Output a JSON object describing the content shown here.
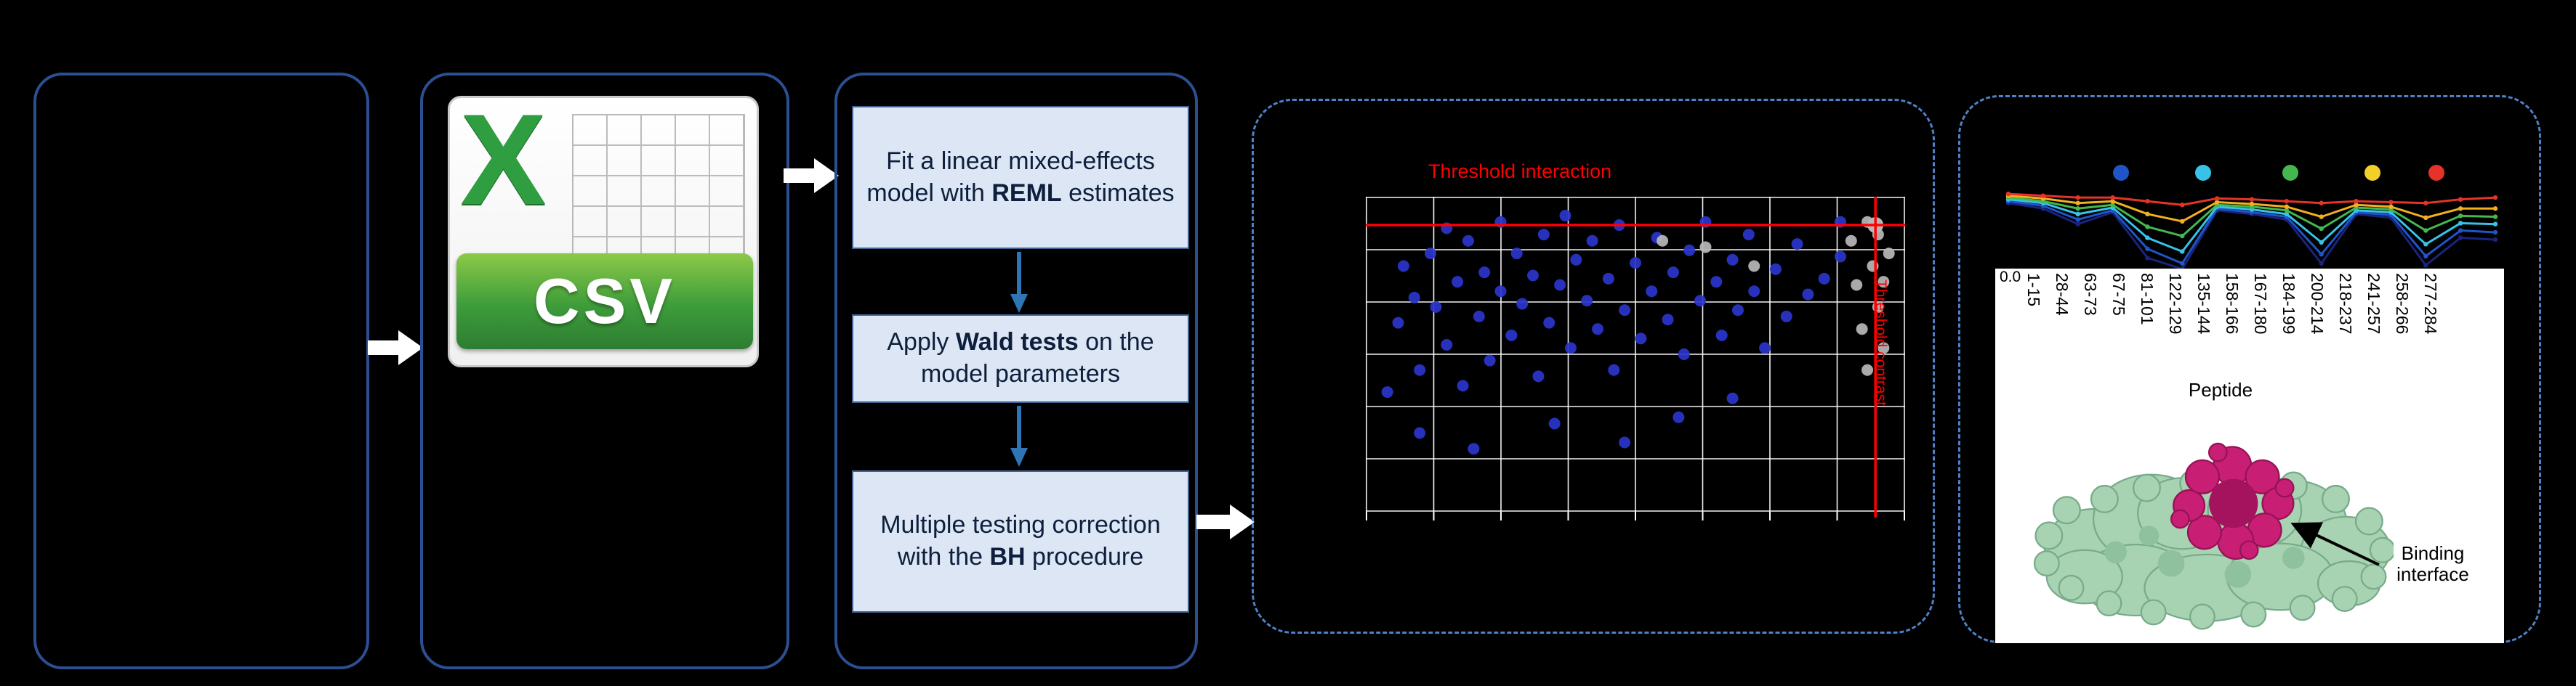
{
  "colors": {
    "background": "#000000",
    "box_border": "#2c4f92",
    "dashed_border": "#4f81c7",
    "step_fill": "#dce6f4",
    "threshold_red": "#ff0000",
    "scatter_point_blue": "#2a35cc",
    "scatter_point_gray": "#b8b8b8",
    "csv_green": "#3d9c3a",
    "protein_body": "#a8d3b2",
    "protein_body_stroke": "#78ab8a",
    "protein_interface": "#c81f74",
    "protein_interface_stroke": "#971256"
  },
  "figure": {
    "csv_label": "CSV",
    "steps": [
      {
        "pre": "Fit a linear mixed-effects model with ",
        "bold": "REML",
        "post": " estimates"
      },
      {
        "pre": "Apply ",
        "bold": "Wald tests",
        "post": " on the model parameters"
      },
      {
        "pre": "Multiple testing correction with the ",
        "bold": "BH",
        "post": " procedure"
      }
    ]
  },
  "scatter": {
    "type": "scatter",
    "title": "Threshold interaction",
    "side_label": "Threshold contrast",
    "hline_y_pct": 9,
    "vline_x_pct": 94.5,
    "grid": {
      "v_lines": 9,
      "h_lines": 7
    },
    "blue_points": [
      [
        4,
        62
      ],
      [
        6,
        40
      ],
      [
        7,
        22
      ],
      [
        9,
        32
      ],
      [
        10,
        55
      ],
      [
        12,
        18
      ],
      [
        13,
        35
      ],
      [
        15,
        10
      ],
      [
        15,
        47
      ],
      [
        17,
        27
      ],
      [
        18,
        60
      ],
      [
        19,
        14
      ],
      [
        21,
        38
      ],
      [
        22,
        24
      ],
      [
        23,
        52
      ],
      [
        25,
        8
      ],
      [
        25,
        30
      ],
      [
        27,
        44
      ],
      [
        28,
        18
      ],
      [
        29,
        34
      ],
      [
        31,
        25
      ],
      [
        32,
        57
      ],
      [
        33,
        12
      ],
      [
        34,
        40
      ],
      [
        36,
        28
      ],
      [
        37,
        6
      ],
      [
        38,
        48
      ],
      [
        39,
        20
      ],
      [
        41,
        33
      ],
      [
        42,
        14
      ],
      [
        43,
        42
      ],
      [
        45,
        26
      ],
      [
        46,
        55
      ],
      [
        47,
        9
      ],
      [
        48,
        36
      ],
      [
        50,
        21
      ],
      [
        51,
        45
      ],
      [
        53,
        30
      ],
      [
        54,
        13
      ],
      [
        56,
        39
      ],
      [
        57,
        24
      ],
      [
        59,
        50
      ],
      [
        60,
        17
      ],
      [
        62,
        33
      ],
      [
        63,
        8
      ],
      [
        65,
        27
      ],
      [
        66,
        44
      ],
      [
        68,
        20
      ],
      [
        69,
        36
      ],
      [
        71,
        12
      ],
      [
        72,
        30
      ],
      [
        74,
        48
      ],
      [
        76,
        23
      ],
      [
        78,
        38
      ],
      [
        80,
        15
      ],
      [
        82,
        31
      ],
      [
        85,
        26
      ],
      [
        88,
        19
      ],
      [
        35,
        72
      ],
      [
        48,
        78
      ],
      [
        58,
        70
      ],
      [
        20,
        80
      ],
      [
        10,
        75
      ],
      [
        68,
        64
      ],
      [
        88,
        8
      ]
    ],
    "gray_points": [
      [
        90,
        14
      ],
      [
        91,
        28
      ],
      [
        92,
        42
      ],
      [
        93,
        8
      ],
      [
        93,
        55
      ],
      [
        94,
        22
      ],
      [
        95,
        35
      ],
      [
        95,
        12
      ],
      [
        96,
        27
      ],
      [
        96,
        48
      ],
      [
        97,
        18
      ],
      [
        63,
        16
      ],
      [
        72,
        22
      ],
      [
        55,
        14
      ]
    ],
    "gray_big_point": [
      94.5,
      9
    ]
  },
  "uptake": {
    "type": "line",
    "ytick": "0.0",
    "xlabel": "Peptide",
    "peptides": [
      "1-15",
      "28-44",
      "63-73",
      "67-75",
      "81-101",
      "122-129",
      "135-144",
      "158-166",
      "167-180",
      "184-199",
      "200-214",
      "218-237",
      "241-257",
      "258-266",
      "277-284"
    ],
    "legend_colors": [
      "#1f55c8",
      "#37c3e8",
      "#44b84f",
      "#f2d02a",
      "#e6332a"
    ],
    "series": [
      {
        "name": "navy",
        "color": "#1a237e",
        "values": [
          0.78,
          0.72,
          0.55,
          0.68,
          0.18,
          0.06,
          0.7,
          0.66,
          0.6,
          0.12,
          0.66,
          0.62,
          0.1,
          0.4,
          0.38
        ]
      },
      {
        "name": "blue",
        "color": "#1f55c8",
        "values": [
          0.8,
          0.75,
          0.6,
          0.7,
          0.28,
          0.12,
          0.72,
          0.68,
          0.63,
          0.22,
          0.68,
          0.65,
          0.2,
          0.48,
          0.46
        ]
      },
      {
        "name": "cyan",
        "color": "#37c3e8",
        "values": [
          0.82,
          0.78,
          0.66,
          0.73,
          0.4,
          0.25,
          0.74,
          0.71,
          0.66,
          0.35,
          0.7,
          0.68,
          0.33,
          0.56,
          0.55
        ]
      },
      {
        "name": "green",
        "color": "#44b84f",
        "values": [
          0.84,
          0.8,
          0.72,
          0.76,
          0.52,
          0.42,
          0.76,
          0.74,
          0.7,
          0.5,
          0.73,
          0.71,
          0.48,
          0.64,
          0.63
        ]
      },
      {
        "name": "yellow",
        "color": "#f2b01e",
        "values": [
          0.86,
          0.83,
          0.78,
          0.8,
          0.66,
          0.58,
          0.79,
          0.77,
          0.74,
          0.63,
          0.76,
          0.74,
          0.62,
          0.72,
          0.72
        ]
      },
      {
        "name": "red",
        "color": "#e6332a",
        "values": [
          0.88,
          0.86,
          0.84,
          0.84,
          0.8,
          0.76,
          0.83,
          0.82,
          0.8,
          0.78,
          0.8,
          0.79,
          0.78,
          0.82,
          0.84
        ]
      }
    ]
  },
  "protein": {
    "annotation": "Binding interface"
  }
}
